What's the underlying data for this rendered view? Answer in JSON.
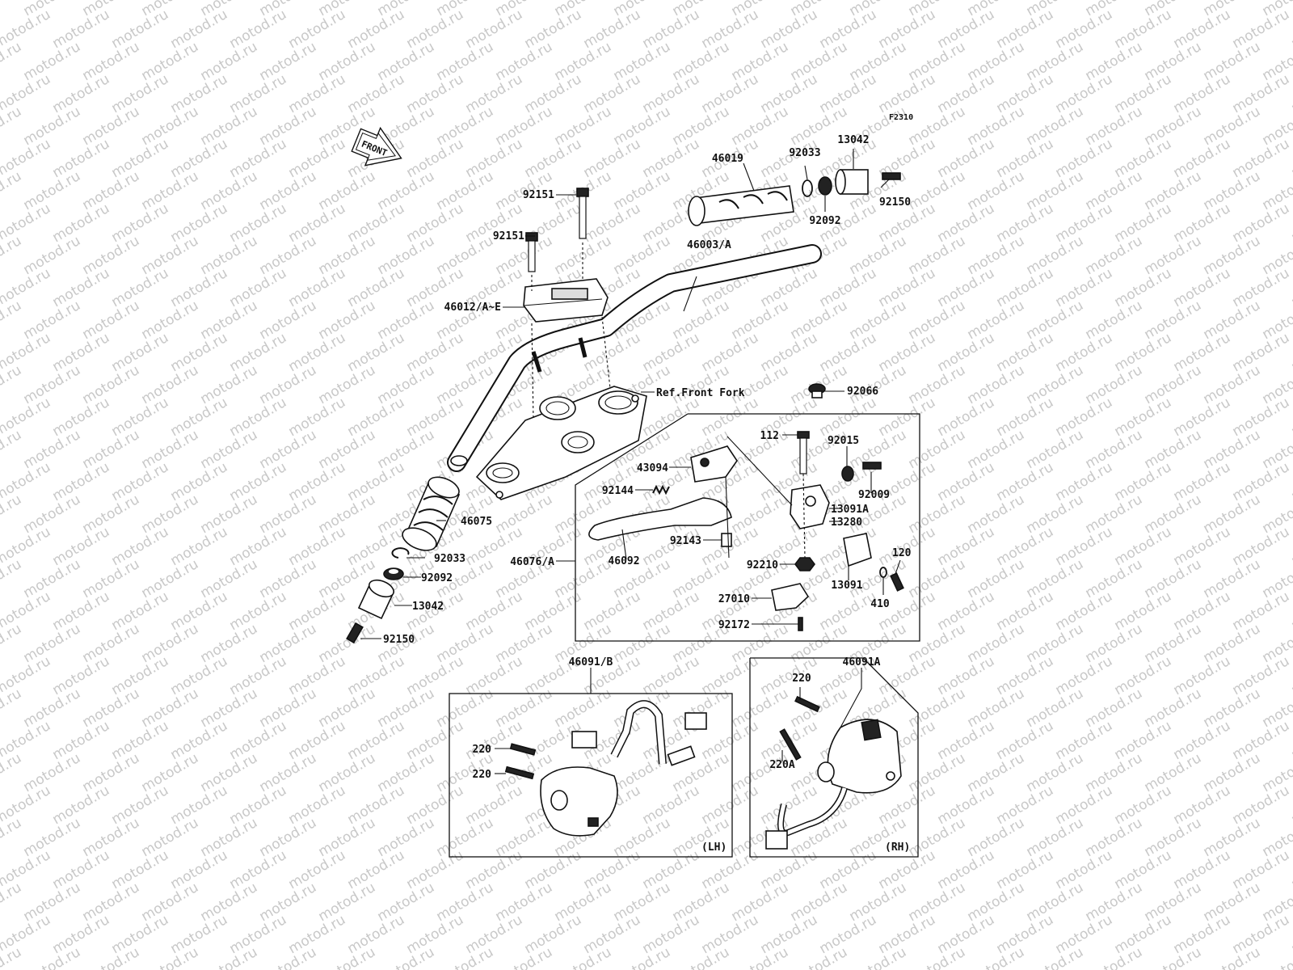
{
  "figure_code": "F2310",
  "front_arrow_label": "FRONT",
  "watermark_text": "motod.ru",
  "callouts": [
    {
      "id": "c-46019",
      "text": "46019",
      "anchor": "end"
    },
    {
      "id": "c-92033-top",
      "text": "92033",
      "anchor": "middle"
    },
    {
      "id": "c-13042-top",
      "text": "13042",
      "anchor": "middle"
    },
    {
      "id": "c-92150-top",
      "text": "92150",
      "anchor": "start"
    },
    {
      "id": "c-92092-top",
      "text": "92092",
      "anchor": "middle"
    },
    {
      "id": "c-92151-a",
      "text": "92151",
      "anchor": "end"
    },
    {
      "id": "c-92151-b",
      "text": "92151",
      "anchor": "end"
    },
    {
      "id": "c-46012",
      "text": "46012/A~E",
      "anchor": "end"
    },
    {
      "id": "c-46003",
      "text": "46003/A",
      "anchor": "start"
    },
    {
      "id": "c-ref-fork",
      "text": "Ref.Front Fork",
      "anchor": "start"
    },
    {
      "id": "c-92066",
      "text": "92066",
      "anchor": "start"
    },
    {
      "id": "c-112",
      "text": "112",
      "anchor": "end"
    },
    {
      "id": "c-92015",
      "text": "92015",
      "anchor": "start"
    },
    {
      "id": "c-43094",
      "text": "43094",
      "anchor": "end"
    },
    {
      "id": "c-92009",
      "text": "92009",
      "anchor": "start"
    },
    {
      "id": "c-92144",
      "text": "92144",
      "anchor": "end"
    },
    {
      "id": "c-13091A",
      "text": "13091A",
      "anchor": "start"
    },
    {
      "id": "c-13280",
      "text": "13280",
      "anchor": "start"
    },
    {
      "id": "c-46075",
      "text": "46075",
      "anchor": "start"
    },
    {
      "id": "c-92143",
      "text": "92143",
      "anchor": "end"
    },
    {
      "id": "c-120",
      "text": "120",
      "anchor": "start"
    },
    {
      "id": "c-92033-left",
      "text": "92033",
      "anchor": "start"
    },
    {
      "id": "c-46076",
      "text": "46076/A",
      "anchor": "end"
    },
    {
      "id": "c-46092",
      "text": "46092",
      "anchor": "middle"
    },
    {
      "id": "c-92210",
      "text": "92210",
      "anchor": "end"
    },
    {
      "id": "c-92092-left",
      "text": "92092",
      "anchor": "start"
    },
    {
      "id": "c-13091",
      "text": "13091",
      "anchor": "middle"
    },
    {
      "id": "c-410",
      "text": "410",
      "anchor": "middle"
    },
    {
      "id": "c-13042-left",
      "text": "13042",
      "anchor": "start"
    },
    {
      "id": "c-27010",
      "text": "27010",
      "anchor": "end"
    },
    {
      "id": "c-92172",
      "text": "92172",
      "anchor": "end"
    },
    {
      "id": "c-92150-left",
      "text": "92150",
      "anchor": "start"
    },
    {
      "id": "c-46091B",
      "text": "46091/B",
      "anchor": "middle"
    },
    {
      "id": "c-46091A",
      "text": "46091A",
      "anchor": "middle"
    },
    {
      "id": "c-220-rh",
      "text": "220",
      "anchor": "middle"
    },
    {
      "id": "c-220A",
      "text": "220A",
      "anchor": "middle"
    },
    {
      "id": "c-220-lh-a",
      "text": "220",
      "anchor": "end"
    },
    {
      "id": "c-220-lh-b",
      "text": "220",
      "anchor": "end"
    }
  ],
  "side_labels": {
    "lh": "(LH)",
    "rh": "(RH)"
  }
}
